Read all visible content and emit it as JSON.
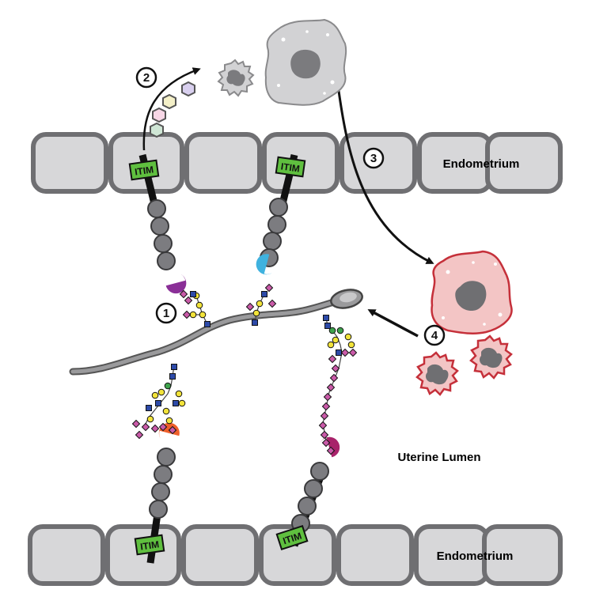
{
  "labels": {
    "endometrium_top": "Endometrium",
    "endometrium_bottom": "Endometrium",
    "uterine_lumen": "Uterine Lumen"
  },
  "itim_label": "ITIM",
  "steps": [
    "1",
    "2",
    "3",
    "4"
  ],
  "colors": {
    "cell_fill": "#d7d7d9",
    "cell_stroke": "#6f6f72",
    "bead": "#7c7c80",
    "itim_green": "#5fbf3f",
    "receptor_purple": "#8a2f97",
    "receptor_blue": "#3fb2df",
    "receptor_orange": "#ee5f2b",
    "receptor_magenta": "#a8226a",
    "immune_red": "#c5303a",
    "immune_fill": "#f3c5c5"
  }
}
